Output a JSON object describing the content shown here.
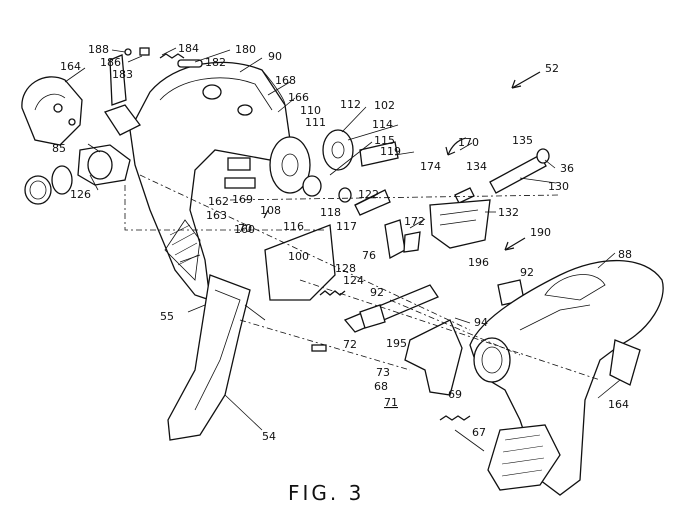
{
  "figure": {
    "caption": "FIG. 3",
    "labels": [
      "188",
      "184",
      "180",
      "90",
      "164",
      "186",
      "182",
      "183",
      "168",
      "52",
      "166",
      "110",
      "112",
      "102",
      "111",
      "114",
      "85",
      "115",
      "170",
      "135",
      "119",
      "174",
      "134",
      "36",
      "126",
      "130",
      "122",
      "162",
      "169",
      "108",
      "116",
      "118",
      "163",
      "160",
      "172",
      "132",
      "70",
      "117",
      "190",
      "100",
      "76",
      "196",
      "92",
      "128",
      "124",
      "92",
      "55",
      "72",
      "94",
      "195",
      "73",
      "68",
      "71",
      "69",
      "67",
      "54",
      "164",
      "88"
    ]
  }
}
